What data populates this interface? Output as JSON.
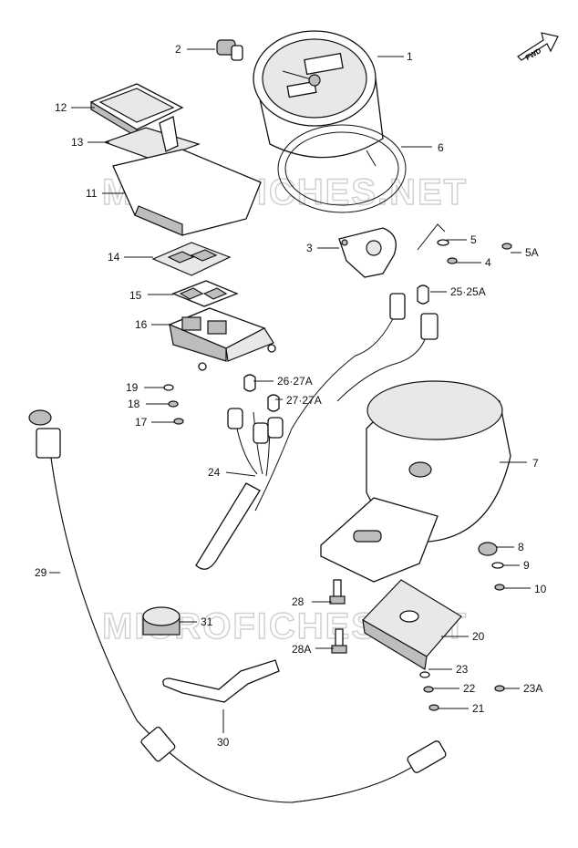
{
  "watermark": "MICROFICHES.NET",
  "fwd_label": "FWD",
  "callouts": {
    "c1": "1",
    "c2": "2",
    "c3": "3",
    "c4": "4",
    "c5": "5",
    "c5a": "5A",
    "c6": "6",
    "c7": "7",
    "c8": "8",
    "c9": "9",
    "c10": "10",
    "c11": "11",
    "c12": "12",
    "c13": "13",
    "c14": "14",
    "c15": "15",
    "c16": "16",
    "c17": "17",
    "c18": "18",
    "c19": "19",
    "c20": "20",
    "c21": "21",
    "c22": "22",
    "c23": "23",
    "c23a": "23A",
    "c24": "24",
    "c25": "25·25A",
    "c26": "26·27A",
    "c27": "27·27A",
    "c28": "28",
    "c28a": "28A",
    "c29": "29",
    "c30": "30",
    "c31": "31"
  }
}
